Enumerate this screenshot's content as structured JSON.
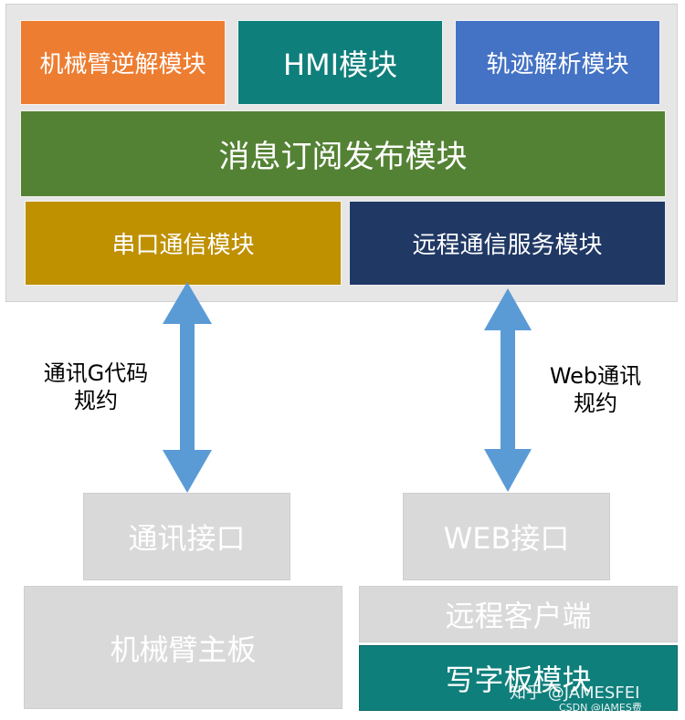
{
  "top": {
    "row1": [
      "机械臂逆解模块",
      "HMI模块",
      "轨迹解析模块"
    ],
    "bus": "消息订阅发布模块",
    "row3": [
      "串口通信模块",
      "远程通信服务模块"
    ]
  },
  "links": {
    "left": [
      "通讯G代码",
      "规约"
    ],
    "right": [
      "Web通讯",
      "规约"
    ]
  },
  "bottom": {
    "left_interface": "通讯接口",
    "left_board": "机械臂主板",
    "right_interface": "WEB接口",
    "right_client": "远程客户端",
    "right_module": "写字板模块"
  },
  "watermark": {
    "main": "知乎 @JAMESFEI",
    "sub": "CSDN @JAMES费"
  },
  "colors": {
    "orange": "#ed7d31",
    "teal": "#0f7f7b",
    "blue": "#4472c4",
    "green": "#548235",
    "gold": "#bf9000",
    "navy": "#203864",
    "arrow": "#5b9bd5",
    "gray": "#d9d9d9",
    "panel": "#e7e6e6"
  }
}
